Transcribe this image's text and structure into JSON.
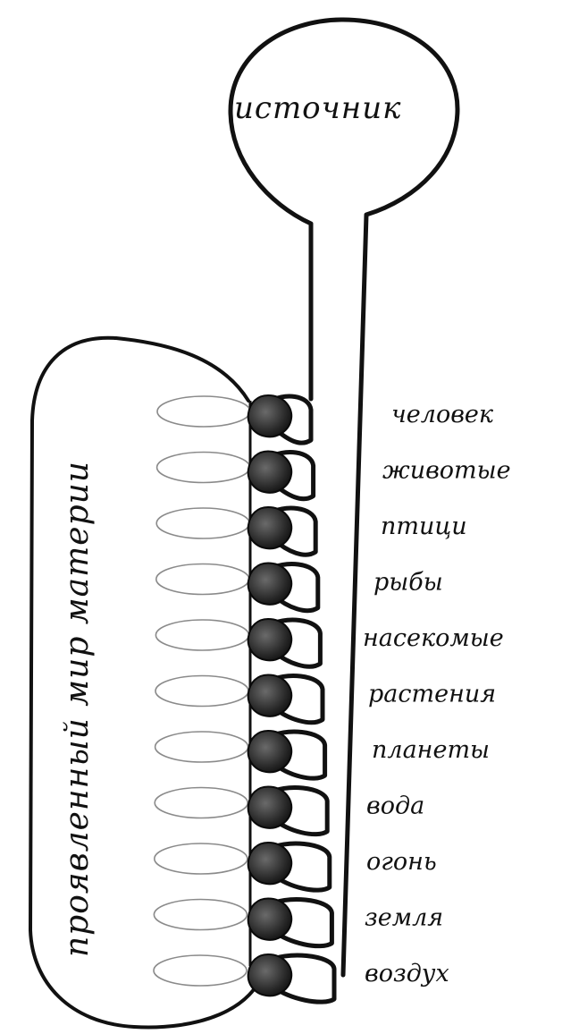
{
  "diagram": {
    "source_label": "источник",
    "world_label": "проявленный мир материи",
    "levels": [
      "человек",
      "животые",
      "птици",
      "рыбы",
      "насекомые",
      "растения",
      "планеты",
      "вода",
      "огонь",
      "земля",
      "воздух"
    ]
  },
  "colors": {
    "ink": "#111111",
    "ring": "#8a8a8a"
  }
}
